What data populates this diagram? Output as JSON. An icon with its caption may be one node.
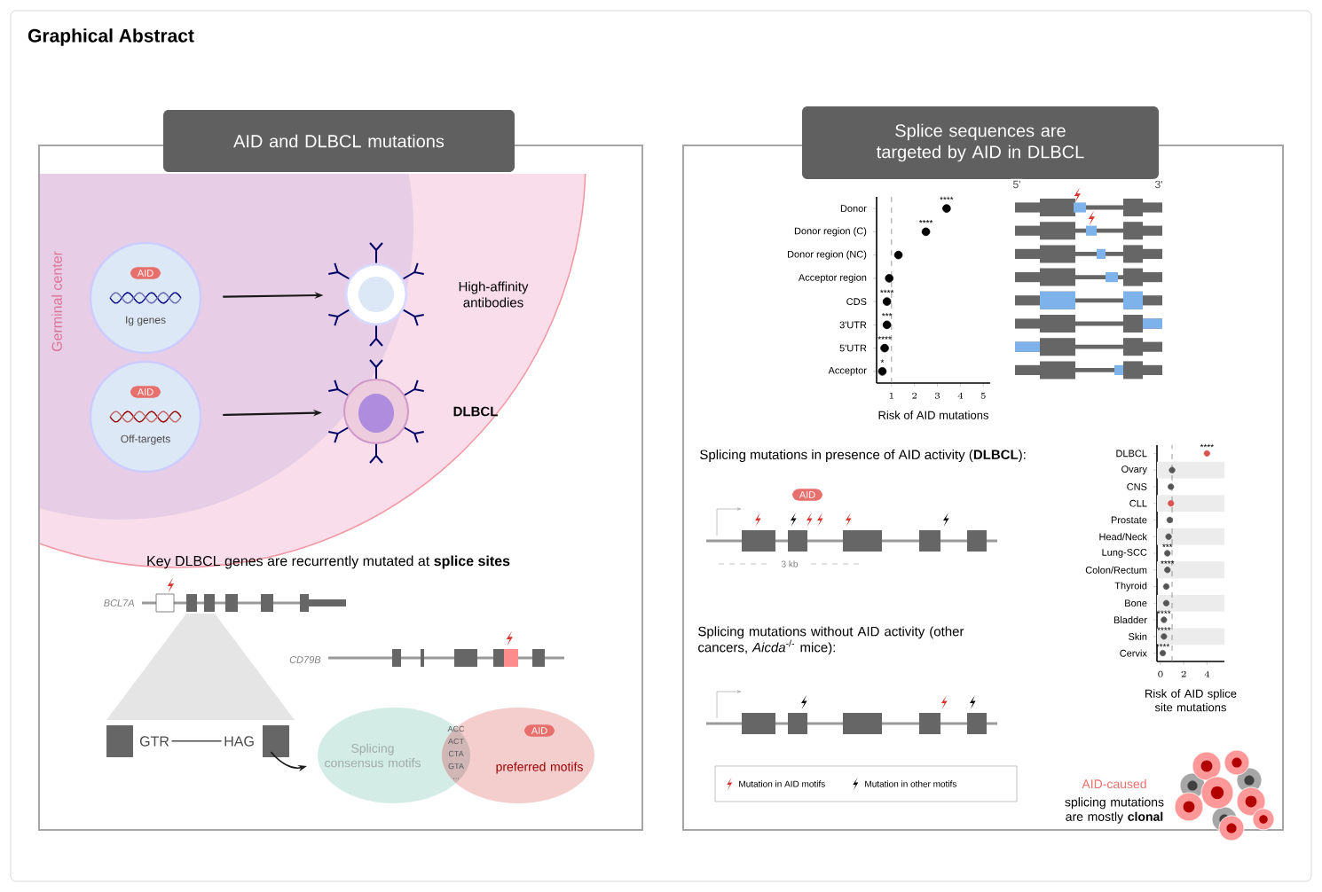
{
  "diagram": {
    "title": "Graphical Abstract",
    "nodes": [
      {
        "text": [
          "AID and DLBCL mutations"
        ]
      },
      {
        "text": [
          "AID",
          "Ig genes"
        ],
        "in": 0
      },
      {
        "text": [
          "AID",
          "Off-targets"
        ],
        "in": 0
      },
      {
        "text": [],
        "shape": "circle",
        "beside": [
          "High-affinity antibodies"
        ],
        "in": 0
      },
      {
        "text": [],
        "shape": "circle",
        "beside": [
          "DLBCL"
        ],
        "in": 0
      },
      {
        "text": [
          "GTR",
          "HAG"
        ],
        "in": 0
      },
      {
        "text": [
          "Splicing consensus motifs"
        ],
        "in": 0
      },
      {
        "text": [
          "AID",
          "preferred motifs"
        ],
        "in": 0
      },
      {
        "text": [
          "Splice sequences are targeted by AID in DLBCL"
        ]
      },
      {
        "text": [
          "AID"
        ],
        "in": 8
      }
    ],
    "edges": [
      {
        "from": 1,
        "to": 3,
        "arrow": "to"
      },
      {
        "from": 2,
        "to": 4,
        "arrow": "to"
      },
      {
        "from": 5,
        "to": 6,
        "arrow": "to"
      }
    ],
    "labels": [
      "Germinal center",
      "Key DLBCL genes are recurrently mutated at **splice sites**",
      "BCL7A",
      "CD79B",
      "ACC",
      "ACT",
      "CTA",
      "GTA",
      "...",
      "5'",
      "3'",
      "Splicing mutations in presence of AID activity (**DLBCL**):",
      "3 kb",
      "Splicing mutations without AID activity (other cancers, *Aicda*$^{-/-}$ mice):",
      "AID-caused",
      "splicing mutations are mostly **clonal**"
    ],
    "legend": [
      {
        "text": "Mutation in AID motifs"
      },
      {
        "text": "Mutation in other motifs"
      }
    ],
    "chart_data": [
      {
        "type": "scatter",
        "orientation": "horizontal",
        "xlabel": "Risk of AID mutations",
        "categories": [
          "Donor",
          "Donor region (C)",
          "Donor region (NC)",
          "Acceptor region",
          "CDS",
          "3'UTR",
          "5'UTR",
          "Acceptor"
        ],
        "values": [
          3.4,
          2.5,
          1.3,
          0.9,
          0.8,
          0.8,
          0.7,
          0.6
        ],
        "xticks": [
          1,
          2,
          3,
          4,
          5
        ],
        "xlim": [
          0.35,
          5.3
        ],
        "ref_lines": [
          {
            "axis": "x",
            "value": 1
          }
        ],
        "annotations": [
          {
            "x": 3.4,
            "y": "Donor",
            "text": "****"
          },
          {
            "x": 2.5,
            "y": "Donor region (C)",
            "text": "****"
          },
          {
            "x": 0.8,
            "y": "CDS",
            "text": "****"
          },
          {
            "x": 0.8,
            "y": "3'UTR",
            "text": "***"
          },
          {
            "x": 0.7,
            "y": "5'UTR",
            "text": "****"
          },
          {
            "x": 0.6,
            "y": "Acceptor",
            "text": "*"
          }
        ]
      },
      {
        "type": "scatter",
        "orientation": "horizontal",
        "xlabel": "Risk of AID splice site mutations",
        "categories": [
          "DLBCL",
          "Ovary",
          "CNS",
          "CLL",
          "Prostate",
          "Head/Neck",
          "Lung-SCC",
          "Colon/Rectum",
          "Thyroid",
          "Bone",
          "Bladder",
          "Skin",
          "Cervix"
        ],
        "series": [
          {
            "color": "#555555",
            "values": [
              null,
              1.0,
              0.9,
              null,
              0.8,
              0.7,
              0.6,
              0.6,
              0.5,
              0.5,
              0.3,
              0.3,
              0.2
            ]
          },
          {
            "color": "#d9534f",
            "values": [
              4.0,
              null,
              null,
              0.9,
              null,
              null,
              null,
              null,
              null,
              null,
              null,
              null,
              null
            ]
          }
        ],
        "xticks": [
          0,
          2,
          4
        ],
        "xlim": [
          -0.3,
          5.5
        ],
        "ref_lines": [
          {
            "axis": "x",
            "value": 1
          }
        ],
        "annotations": [
          {
            "x": 4.0,
            "y": "DLBCL",
            "text": "****"
          },
          {
            "x": 0.6,
            "y": "Lung-SCC",
            "text": "***"
          },
          {
            "x": 0.6,
            "y": "Colon/Rectum",
            "text": "****"
          },
          {
            "x": 0.3,
            "y": "Bladder",
            "text": "****"
          },
          {
            "x": 0.3,
            "y": "Skin",
            "text": "****"
          },
          {
            "x": 0.2,
            "y": "Cervix",
            "text": "****"
          }
        ]
      }
    ]
  }
}
